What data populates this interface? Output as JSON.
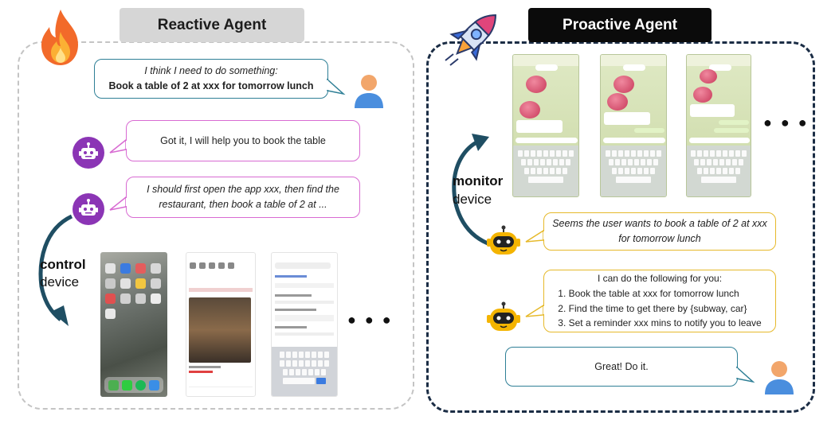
{
  "left": {
    "title": "Reactive Agent",
    "user_bubble": {
      "line1": "I think I need to do something:",
      "line2": "Book a table of 2 at xxx for tomorrow lunch"
    },
    "agent_bubble1": "Got it, I will help you to book the table",
    "agent_bubble2": {
      "line1": "I should first open the app xxx, then find the",
      "line2": "restaurant, then book a table of 2 at ..."
    },
    "arrow_label": {
      "line1": "control",
      "line2": "device"
    },
    "more": "● ● ●"
  },
  "right": {
    "title": "Proactive Agent",
    "arrow_label": {
      "line1": "monitor",
      "line2": "device"
    },
    "bubble1": {
      "line1": "Seems the user wants to book a table of 2 at xxx",
      "line2": "for tomorrow lunch"
    },
    "bubble2": {
      "heading": "I can do the following for you:",
      "items": [
        "1.  Book the table at xxx for tomorrow lunch",
        "2.  Find the time to get there by {subway, car}",
        "3.  Set a reminder xxx mins to notify you to leave"
      ]
    },
    "user_bubble": "Great! Do it.",
    "more": "● ● ●"
  },
  "colors": {
    "teal_border": "#2e7f96",
    "pink_border": "#d86ad2",
    "gold_border": "#e6b92a",
    "right_panel_border": "#1b2d45",
    "arrow": "#1f4e63"
  },
  "icons": [
    "fire-icon",
    "rocket-icon",
    "user-icon",
    "robot-icon"
  ]
}
